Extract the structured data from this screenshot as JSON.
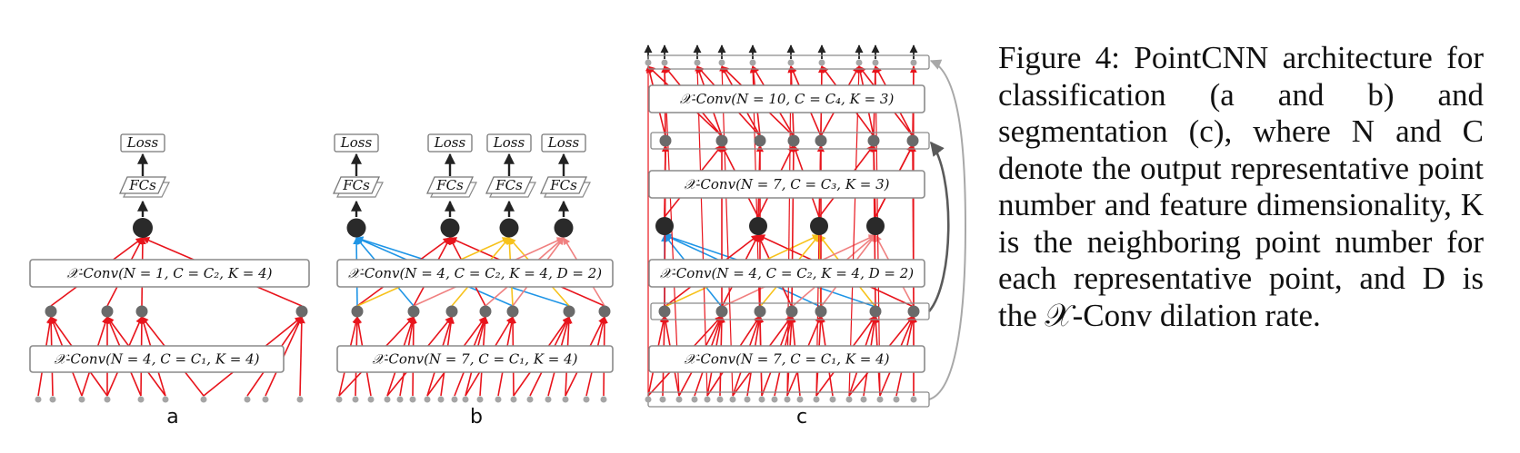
{
  "figure": {
    "panels": [
      {
        "id": "a",
        "label": "a",
        "conv1": "𝒳-Conv(N = 4, C = C₁, K = 4)",
        "conv2": "𝒳-Conv(N = 1, C = C₂, K = 4)",
        "fcs": [
          "FCs"
        ],
        "losses": [
          "Loss"
        ]
      },
      {
        "id": "b",
        "label": "b",
        "conv1": "𝒳-Conv(N = 7, C = C₁, K = 4)",
        "conv2": "𝒳-Conv(N = 4, C = C₂, K = 4, D = 2)",
        "fcs": [
          "FCs",
          "FCs",
          "FCs",
          "FCs"
        ],
        "losses": [
          "Loss",
          "Loss",
          "Loss",
          "Loss"
        ]
      },
      {
        "id": "c",
        "label": "c",
        "conv1": "𝒳-Conv(N = 7, C = C₁, K = 4)",
        "conv2": "𝒳-Conv(N = 4, C = C₂, K = 4, D = 2)",
        "conv3": "𝒳-Conv(N = 7, C = C₃, K = 3)",
        "conv4": "𝒳-Conv(N = 10, C = C₄, K = 3)"
      }
    ],
    "colors": {
      "edge_primary": "#e8141c",
      "edge_blue": "#1f95e6",
      "edge_yellow": "#f7c21b",
      "edge_pink": "#f08080",
      "node_dark": "#2a2a2a",
      "node_mid": "#6a6a6a",
      "node_light": "#a5a5a5",
      "skip_dark": "#5a5a5a",
      "skip_light": "#a8a8a8"
    }
  },
  "caption": {
    "text": "Figure 4: PointCNN architecture for classification (a and b) and segmentation (c), where N and C denote the output representative point number and feature dimensionality, K is the neighboring point number for each representative point, and D is the 𝒳-Conv dilation rate."
  }
}
